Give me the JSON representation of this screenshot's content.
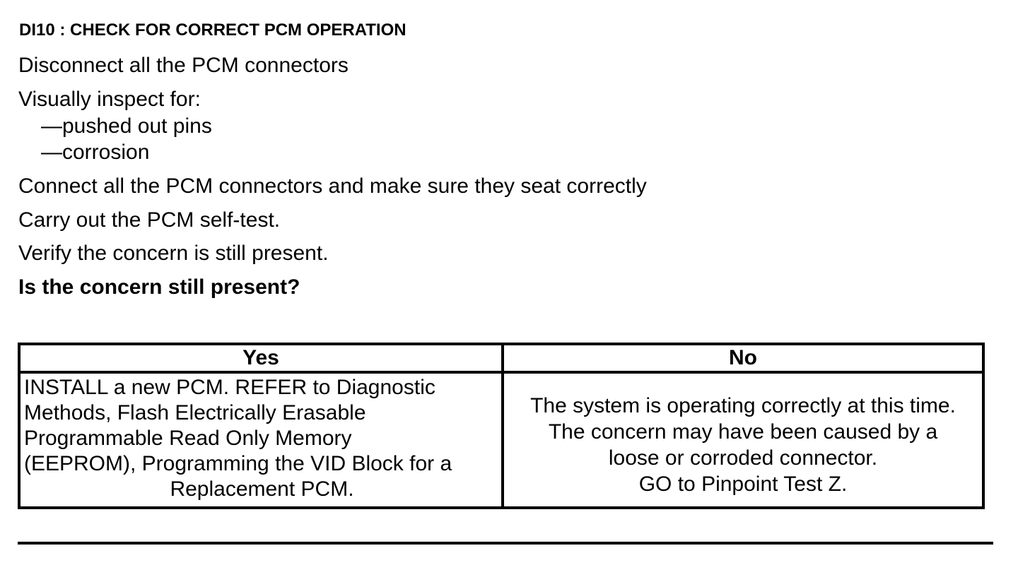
{
  "step": {
    "title": "DI10 : CHECK FOR CORRECT PCM OPERATION",
    "instructions": [
      "Disconnect all the PCM connectors",
      "Visually inspect for:",
      "—pushed out pins",
      "—corrosion",
      "Connect all the PCM connectors and make sure they seat correctly",
      "Carry out the PCM self-test.",
      "Verify the concern is still present."
    ],
    "question": "Is the concern still present?"
  },
  "table": {
    "headers": {
      "yes": "Yes",
      "no": "No"
    },
    "yes_lines": [
      "INSTALL a new PCM. REFER to Diagnostic",
      "Methods, Flash Electrically Erasable",
      "Programmable Read Only Memory",
      "(EEPROM), Programming the VID Block for a",
      "Replacement PCM."
    ],
    "no_lines": [
      "The system is operating correctly at this time.",
      "The concern may have been caused by a",
      "loose or corroded connector.",
      "GO to Pinpoint Test Z."
    ]
  }
}
